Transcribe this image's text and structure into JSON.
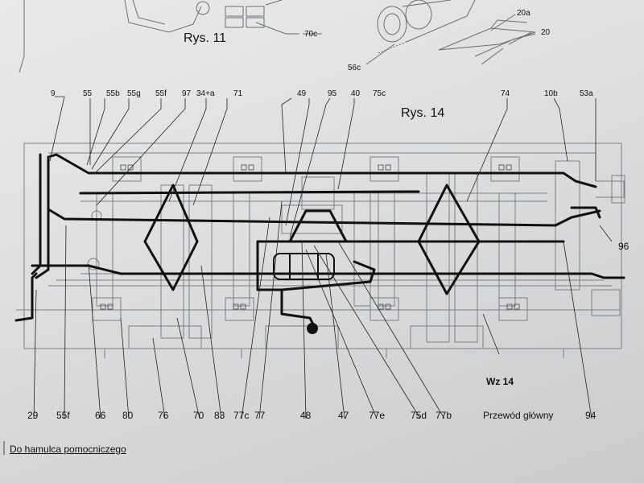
{
  "figures": {
    "rys11_title": "Rys. 11",
    "rys14_title": "Rys. 14"
  },
  "top_labels": {
    "l70c": "70c",
    "l56c": "56c",
    "l20a": "20a",
    "l20": "20"
  },
  "callouts_top": [
    "9",
    "55",
    "55b",
    "55g",
    "55f",
    "97",
    "34+a",
    "71",
    "49",
    "95",
    "40",
    "75c",
    "74",
    "10b",
    "53a"
  ],
  "callout_right": "96",
  "callouts_bottom": [
    "29",
    "55f",
    "66",
    "80",
    "76",
    "70",
    "83",
    "77c",
    "77",
    "48",
    "47",
    "77e",
    "75d",
    "77b",
    "94"
  ],
  "wz_label": "Wz 14",
  "main_pipe_label": "Przewód główny",
  "footer_note": "Do hamulca pomocniczego"
}
